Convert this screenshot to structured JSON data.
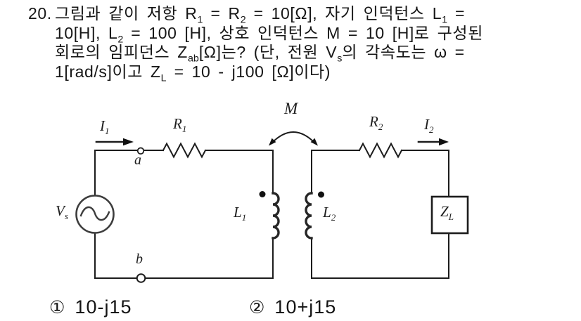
{
  "question": {
    "number": "20.",
    "lines": [
      [
        {
          "t": "그림과 같이 저항 R"
        },
        {
          "t": "1",
          "sub": true
        },
        {
          "t": " = R"
        },
        {
          "t": "2",
          "sub": true
        },
        {
          "t": " = 10[Ω], 자기 인덕턴스 L"
        },
        {
          "t": "1",
          "sub": true
        },
        {
          "t": " ="
        }
      ],
      [
        {
          "t": "10[H], L"
        },
        {
          "t": "2",
          "sub": true
        },
        {
          "t": " = 100 [H], 상호 인덕턴스 M = 10 [H]로 구성된"
        }
      ],
      [
        {
          "t": "회로의 임피던스 Z"
        },
        {
          "t": "ab",
          "sub": true
        },
        {
          "t": "[Ω]는? (단, 전원 V"
        },
        {
          "t": "s",
          "sub": true
        },
        {
          "t": "의 각속도는 ω ="
        }
      ],
      [
        {
          "t": "1[rad/s]이고 Z"
        },
        {
          "t": "L",
          "sub": true
        },
        {
          "t": " = 10 - j100 [Ω]이다)"
        }
      ]
    ]
  },
  "diagram": {
    "labels": {
      "i1": [
        {
          "t": "I"
        },
        {
          "t": "1",
          "sub": true
        }
      ],
      "r1": [
        {
          "t": "R"
        },
        {
          "t": "1",
          "sub": true
        }
      ],
      "m": [
        {
          "t": "M"
        }
      ],
      "r2": [
        {
          "t": "R"
        },
        {
          "t": "2",
          "sub": true
        }
      ],
      "i2": [
        {
          "t": "I"
        },
        {
          "t": "2",
          "sub": true
        }
      ],
      "l1": [
        {
          "t": "L"
        },
        {
          "t": "1",
          "sub": true
        }
      ],
      "l2": [
        {
          "t": "L"
        },
        {
          "t": "2",
          "sub": true
        }
      ],
      "zl": [
        {
          "t": "Z"
        },
        {
          "t": "L",
          "sub": true
        }
      ],
      "vs": [
        {
          "t": "V"
        },
        {
          "t": "s",
          "sub": true
        }
      ],
      "a": [
        {
          "t": "a"
        }
      ],
      "b": [
        {
          "t": "b"
        }
      ]
    }
  },
  "choices": [
    {
      "marker": "①",
      "value": "10-j15"
    },
    {
      "marker": "②",
      "value": "10+j15"
    }
  ],
  "colors": {
    "ink": "#1c1c1c",
    "background": "#ffffff"
  }
}
